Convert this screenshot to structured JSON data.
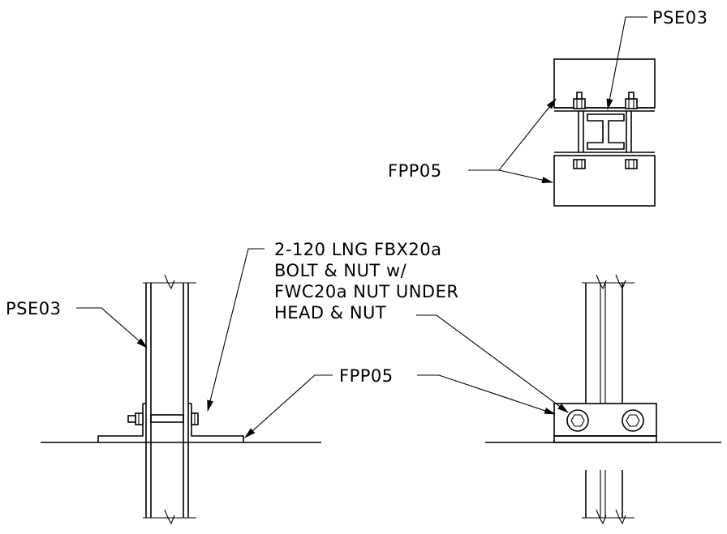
{
  "top_view": {
    "label_pse03": "PSE03",
    "label_fpp05": "FPP05"
  },
  "side_view": {
    "label_pse03": "PSE03",
    "bolt_note": [
      "2-120 LNG FBX20a",
      "BOLT & NUT w/",
      "FWC20a NUT UNDER",
      "HEAD & NUT"
    ]
  },
  "front_view": {
    "label_fpp05": "FPP05"
  }
}
